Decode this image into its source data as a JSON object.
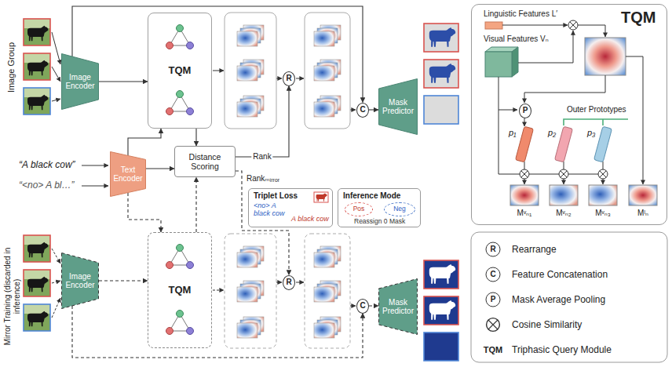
{
  "diagram": {
    "nodes": [
      {
        "text": [
          "Image Encoder"
        ]
      },
      {
        "text": [
          "TQM"
        ]
      },
      {
        "text": [
          "R"
        ]
      },
      {
        "text": [
          "C"
        ]
      },
      {
        "text": [
          "Mask Predictor"
        ]
      },
      {
        "text": [
          "Text Encoder"
        ]
      },
      {
        "text": [
          "Distance Scoring"
        ]
      },
      {
        "text": [
          "Triplet Loss",
          "<no> A black cow",
          "A black cow"
        ]
      },
      {
        "text": [
          "Inference Mode",
          "Reassign 0 Mask"
        ]
      },
      {
        "text": [
          "Pos"
        ],
        "in": 8
      },
      {
        "text": [
          "Neg"
        ],
        "in": 8
      },
      {
        "text": [
          "Image Encoder"
        ]
      },
      {
        "text": [
          "TQM"
        ]
      },
      {
        "text": [
          "R"
        ]
      },
      {
        "text": [
          "C"
        ]
      },
      {
        "text": [
          "Mask Predictor"
        ]
      },
      {
        "text": [
          "TQM"
        ]
      },
      {
        "text": [
          "P"
        ],
        "in": 16
      }
    ],
    "edges": [
      {
        "from": 0,
        "to": 1,
        "arrow": "to"
      },
      {
        "from": 0,
        "to": 3,
        "arrow": "to"
      },
      {
        "from": 5,
        "to": 1,
        "arrow": "to"
      },
      {
        "from": 5,
        "to": 6,
        "arrow": "to"
      },
      {
        "from": 1,
        "to": 6,
        "arrow": "to"
      },
      {
        "from": 6,
        "to": 2,
        "label": "Rank",
        "arrow": "to"
      },
      {
        "from": 3,
        "to": 4,
        "arrow": "to"
      },
      {
        "from": 11,
        "to": 12,
        "arrow": "to"
      },
      {
        "from": 11,
        "to": 14,
        "arrow": "to"
      },
      {
        "from": 5,
        "to": 12,
        "arrow": "to"
      },
      {
        "from": 12,
        "to": 6,
        "arrow": "to"
      },
      {
        "from": 6,
        "to": 13,
        "label": "Rankₘᵢᵣᵣₒᵣ",
        "arrow": "to"
      },
      {
        "from": 14,
        "to": 15,
        "arrow": "to"
      }
    ],
    "labels": [
      "Image Group",
      "Mirror Training (discarded in inference)",
      "“A black cow”",
      "“<no> A bl…”",
      "Linguistic Features L′",
      "Visual Features Vₙ",
      "Outer Prototypes",
      "p₁",
      "p₂",
      "p₃",
      "Mᵛₙ₁",
      "Mᵛₙ₂",
      "Mᵛₙ₃",
      "Mˡₙ",
      "R",
      "C",
      "P",
      "TQM"
    ],
    "legend": [
      {
        "text": "Rearrange"
      },
      {
        "text": "Feature Concatenation"
      },
      {
        "text": "Mask Average Pooling"
      },
      {
        "text": "Cosine Similarity"
      },
      {
        "text": "Triphasic Query Module"
      }
    ]
  }
}
